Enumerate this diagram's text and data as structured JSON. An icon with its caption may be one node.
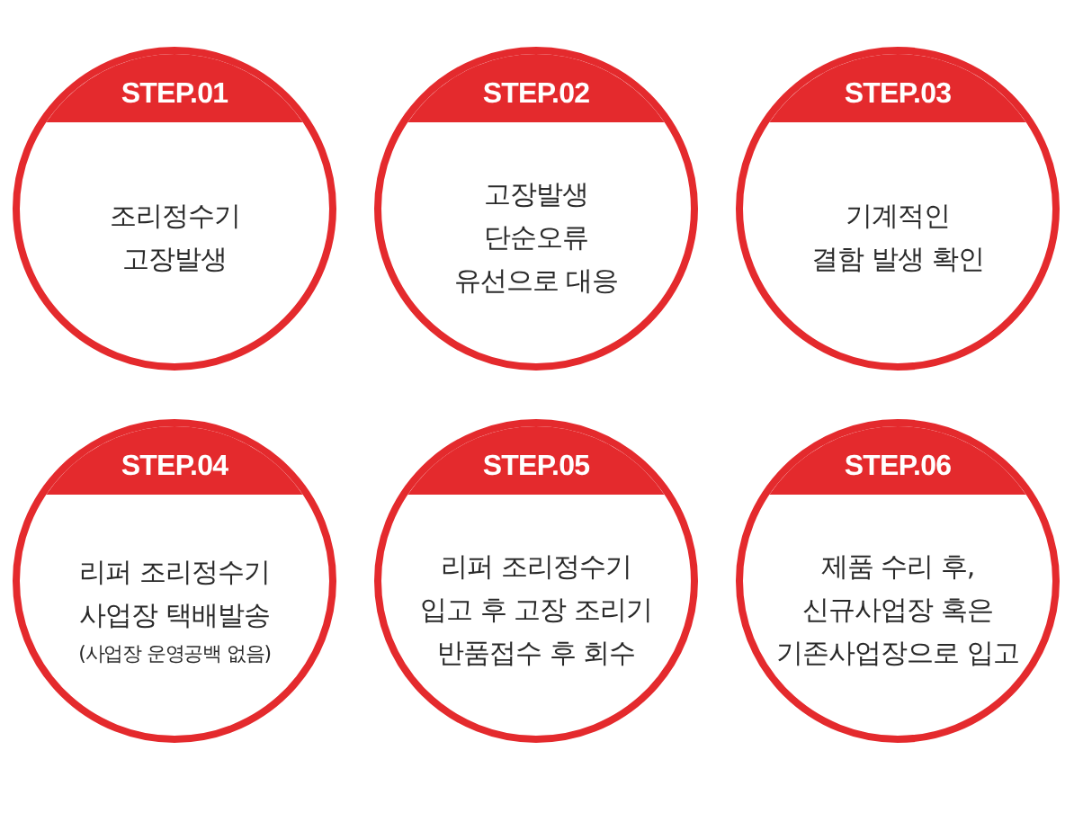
{
  "diagram": {
    "nodes": [
      {
        "text": [
          "STEP.01",
          "조리정수기 고장발생"
        ]
      },
      {
        "text": [
          "STEP.02",
          "고장발생 단순오류 유선으로 대응"
        ]
      },
      {
        "text": [
          "STEP.03",
          "기계적인 결함 발생 확인"
        ]
      },
      {
        "text": [
          "STEP.04",
          "리퍼 조리정수기 사업장 택배발송",
          "(사업장 운영공백 없음)"
        ]
      },
      {
        "text": [
          "STEP.05",
          "리퍼 조리정수기 입고 후 고장 조리기 반품접수 후 회수"
        ]
      },
      {
        "text": [
          "STEP.06",
          "제품 수리 후, 신규사업장 혹은 기존사업장으로 입고"
        ]
      }
    ]
  }
}
